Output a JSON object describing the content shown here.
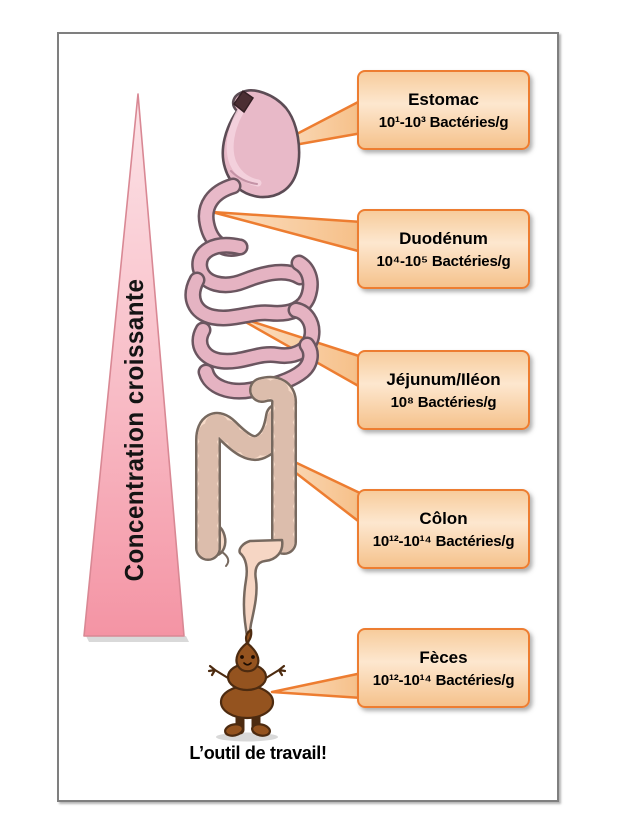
{
  "figure": {
    "background": "#ffffff",
    "frame_border_color": "#7f7f7f"
  },
  "gradient_arrow": {
    "label": "Concentration croissante",
    "fill_top": "#fbdde2",
    "fill_bottom": "#f494a4",
    "border_color": "#d98894"
  },
  "callouts": [
    {
      "id": "estomac",
      "title": "Estomac",
      "value": "10¹-10³ Bactéries/g"
    },
    {
      "id": "duodenum",
      "title": "Duodénum",
      "value": "10⁴-10⁵ Bactéries/g"
    },
    {
      "id": "jejunum-ileon",
      "title": "Jéjunum/Iléon",
      "value": "10⁸ Bactéries/g"
    },
    {
      "id": "colon",
      "title": "Côlon",
      "value": "10¹²-10¹⁴ Bactéries/g"
    },
    {
      "id": "feces",
      "title": "Fèces",
      "value": "10¹²-10¹⁴ Bactéries/g"
    }
  ],
  "callout_style": {
    "border_color": "#ed7d31",
    "fill_top": "#f7cc9c",
    "fill_mid": "#fde7cf",
    "fill_bottom": "#f5c28c"
  },
  "footer": {
    "caption": "L’outil de travail!"
  },
  "illustration": {
    "parts": [
      "stomach-illustration",
      "small-intestine-illustration",
      "colon-illustration",
      "poop-character-icon"
    ],
    "stomach_fill": "#e8b9c8",
    "intestine_fill": "#e5b3c2",
    "colon_fill": "#f7dbc9",
    "poop_fill": "#94531f"
  }
}
